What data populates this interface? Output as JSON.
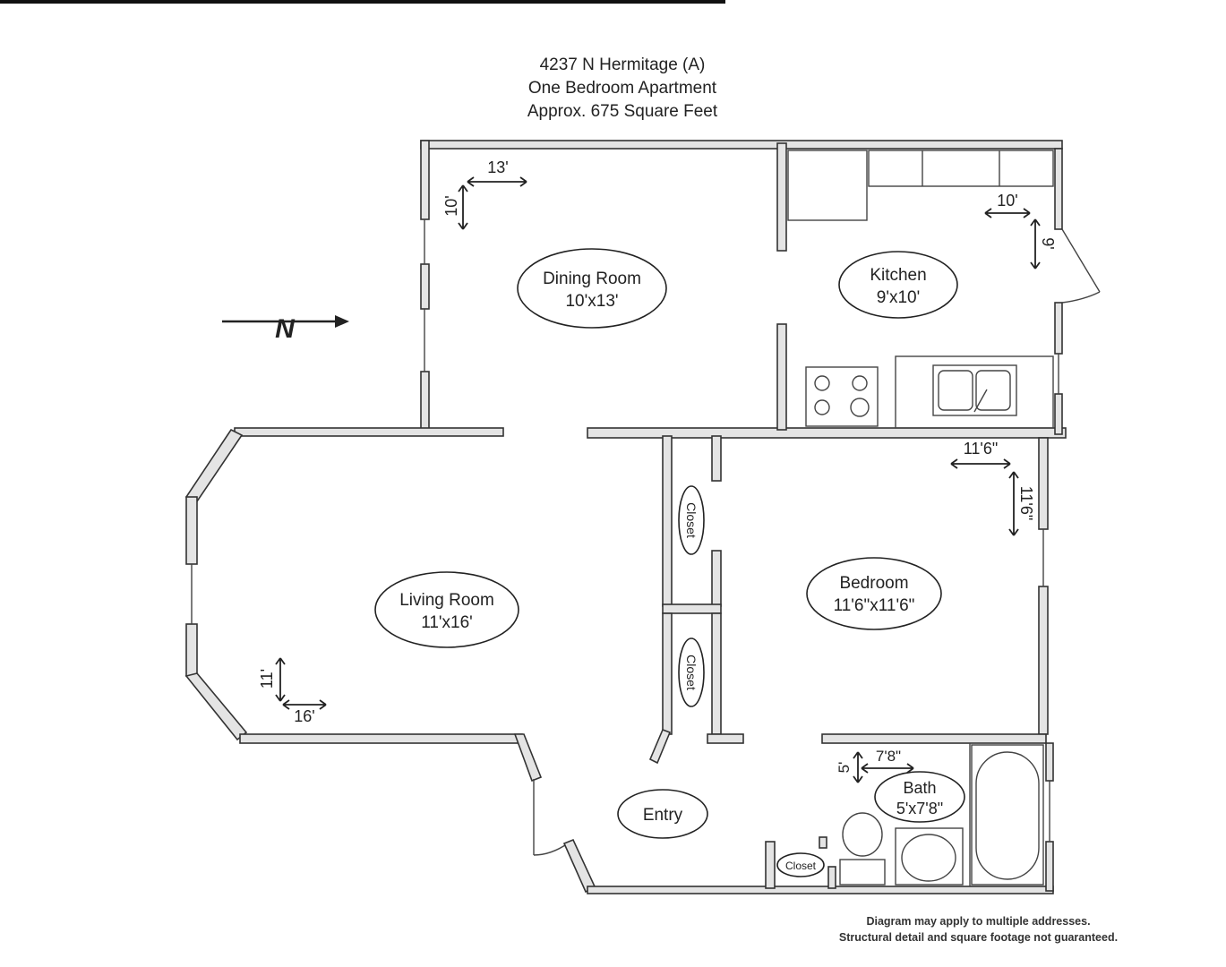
{
  "header": {
    "address": "4237 N Hermitage (A)",
    "unit_type": "One Bedroom Apartment",
    "area": "Approx. 675 Square Feet"
  },
  "compass": {
    "label": "N"
  },
  "rooms": {
    "dining": {
      "name": "Dining Room",
      "size": "10'x13'"
    },
    "kitchen": {
      "name": "Kitchen",
      "size": "9'x10'"
    },
    "living": {
      "name": "Living Room",
      "size": "11'x16'"
    },
    "bedroom": {
      "name": "Bedroom",
      "size": "11'6\"x11'6\""
    },
    "bath": {
      "name": "Bath",
      "size": "5'x7'8\""
    },
    "entry": {
      "name": "Entry"
    }
  },
  "closets": [
    "Closet",
    "Closet",
    "Closet"
  ],
  "dimensions": {
    "dining_w": "13'",
    "dining_h": "10'",
    "kitchen_w": "10'",
    "kitchen_h": "9'",
    "bedroom_w": "11'6\"",
    "bedroom_h": "11'6\"",
    "living_h": "11'",
    "living_w": "16'",
    "bath_h": "5'",
    "bath_w": "7'8\""
  },
  "footer": {
    "line1": "Diagram may apply to multiple addresses.",
    "line2": "Structural detail and square footage not guaranteed."
  }
}
